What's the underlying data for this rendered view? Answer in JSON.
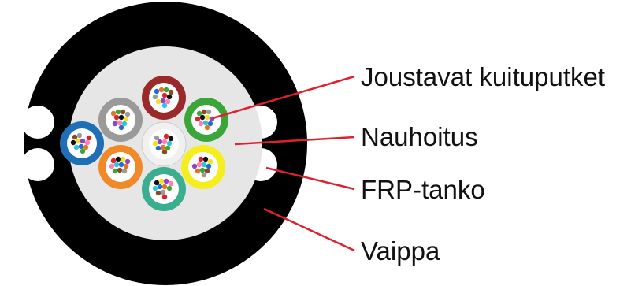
{
  "labels": {
    "tubes": "Joustavat kuituputket",
    "tape": "Nauhoitus",
    "rod": "FRP-tanko",
    "jacket": "Vaippa"
  },
  "colors": {
    "jacket": "#000000",
    "core": "#e6e6e6",
    "leader_line": "#e0202e",
    "background": "#ffffff",
    "tube_colors": [
      "#9a2a2a",
      "#9a9a9a",
      "#3aa63a",
      "#1e6fb5",
      "#f0f0f0",
      "#f5ee1e",
      "#f08a28",
      "#3aae8e"
    ],
    "fiber_colors": [
      "#1f6fd0",
      "#e8731f",
      "#3aa63a",
      "#8b4a24",
      "#9a9a9a",
      "#ffffff",
      "#e0202e",
      "#111111",
      "#f2e11e",
      "#8e44c4",
      "#ff7fae",
      "#2ec4e0"
    ]
  }
}
